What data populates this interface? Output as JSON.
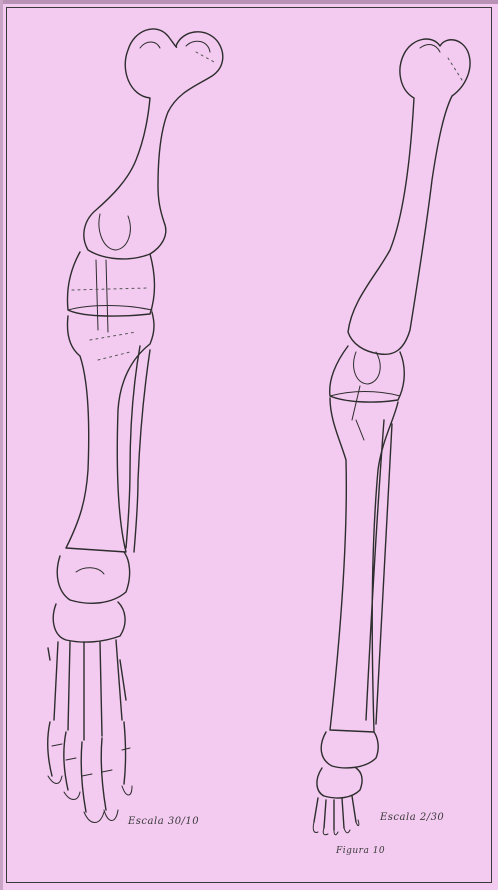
{
  "colors": {
    "paper": "#f3caf0",
    "ink": "#2d2d2d"
  },
  "captions": {
    "left_scale": "Escala 30/10",
    "right_scale": "Escala 2/30",
    "figure": "Figura 10"
  }
}
